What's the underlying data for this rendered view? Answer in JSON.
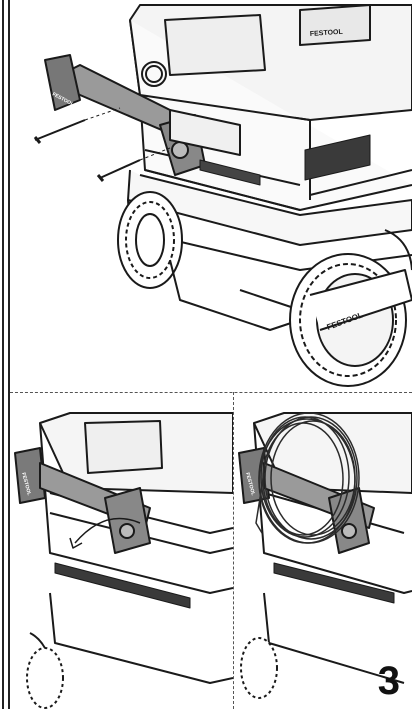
{
  "document": {
    "step_number": "3",
    "brand_label": "FESTOOL",
    "panels": [
      {
        "name": "mount-handle-panel",
        "caption": ""
      },
      {
        "name": "handle-rotate-panel",
        "caption": ""
      },
      {
        "name": "cable-stow-panel",
        "caption": ""
      }
    ]
  },
  "colors": {
    "line": "#1a1a1a",
    "gray": "#8a8a8a",
    "light_gray": "#cfcfcf",
    "dark": "#2b2b2b"
  },
  "icons": [
    "screw-icon",
    "rotate-arrow-icon",
    "cable-coil-icon",
    "wheel-icon"
  ]
}
